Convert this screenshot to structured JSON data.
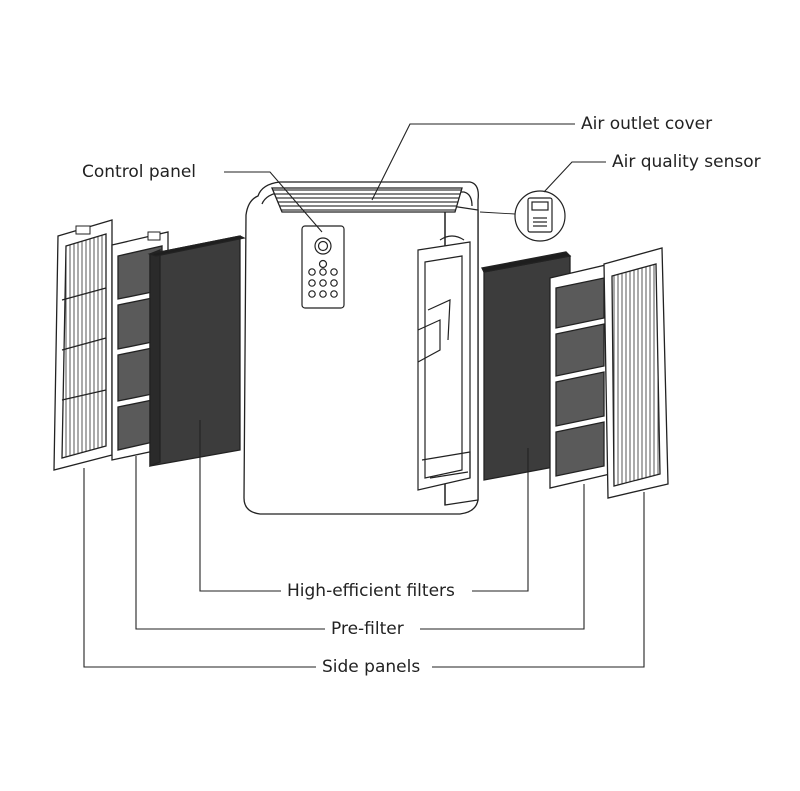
{
  "labels": {
    "air_outlet_cover": "Air outlet cover",
    "air_quality_sensor": "Air quality sensor",
    "control_panel": "Control panel",
    "high_efficient_filters": "High-efficient filters",
    "pre_filter": "Pre-filter",
    "side_panels": "Side panels"
  },
  "colors": {
    "line": "#222222",
    "filter_dark": "#3c3c3c",
    "prefilter_cell": "#5a5a5a",
    "background": "#ffffff"
  }
}
